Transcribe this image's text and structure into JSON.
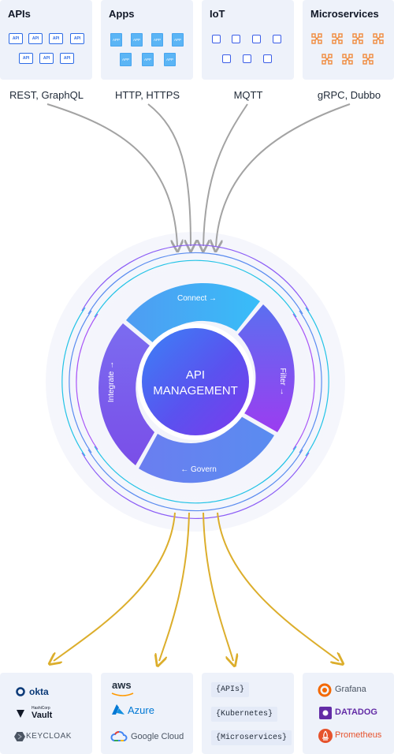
{
  "top_sources": [
    {
      "title": "APIs",
      "protocol": "REST, GraphQL",
      "icon": "api-icon",
      "icon_label": "API"
    },
    {
      "title": "Apps",
      "protocol": "HTTP, HTTPS",
      "icon": "app-icon",
      "icon_label": "APP"
    },
    {
      "title": "IoT",
      "protocol": "MQTT",
      "icon": "chip-icon"
    },
    {
      "title": "Microservices",
      "protocol": "gRPC, Dubbo",
      "icon": "microservice-icon"
    }
  ],
  "center": {
    "title_line1": "API",
    "title_line2": "MANAGEMENT",
    "segments": {
      "connect": "Connect →",
      "filter": "Filter →",
      "govern": "← Govern",
      "integrate": "Integrate →"
    }
  },
  "bottom": {
    "identity": [
      "okta",
      "HashiCorp",
      "Vault",
      "KEYCLOAK"
    ],
    "cloud": [
      "aws",
      "Azure",
      "Google Cloud"
    ],
    "tags": [
      "{APIs}",
      "{Kubernetes}",
      "{Microservices}"
    ],
    "observability": [
      "Grafana",
      "DATADOG",
      "Prometheus"
    ]
  },
  "colors": {
    "incoming_arrow": "#a3a3a3",
    "outgoing_arrow": "#dcae2c",
    "accent_blue": "#2d6be6",
    "purple": "#8b3cf0"
  }
}
